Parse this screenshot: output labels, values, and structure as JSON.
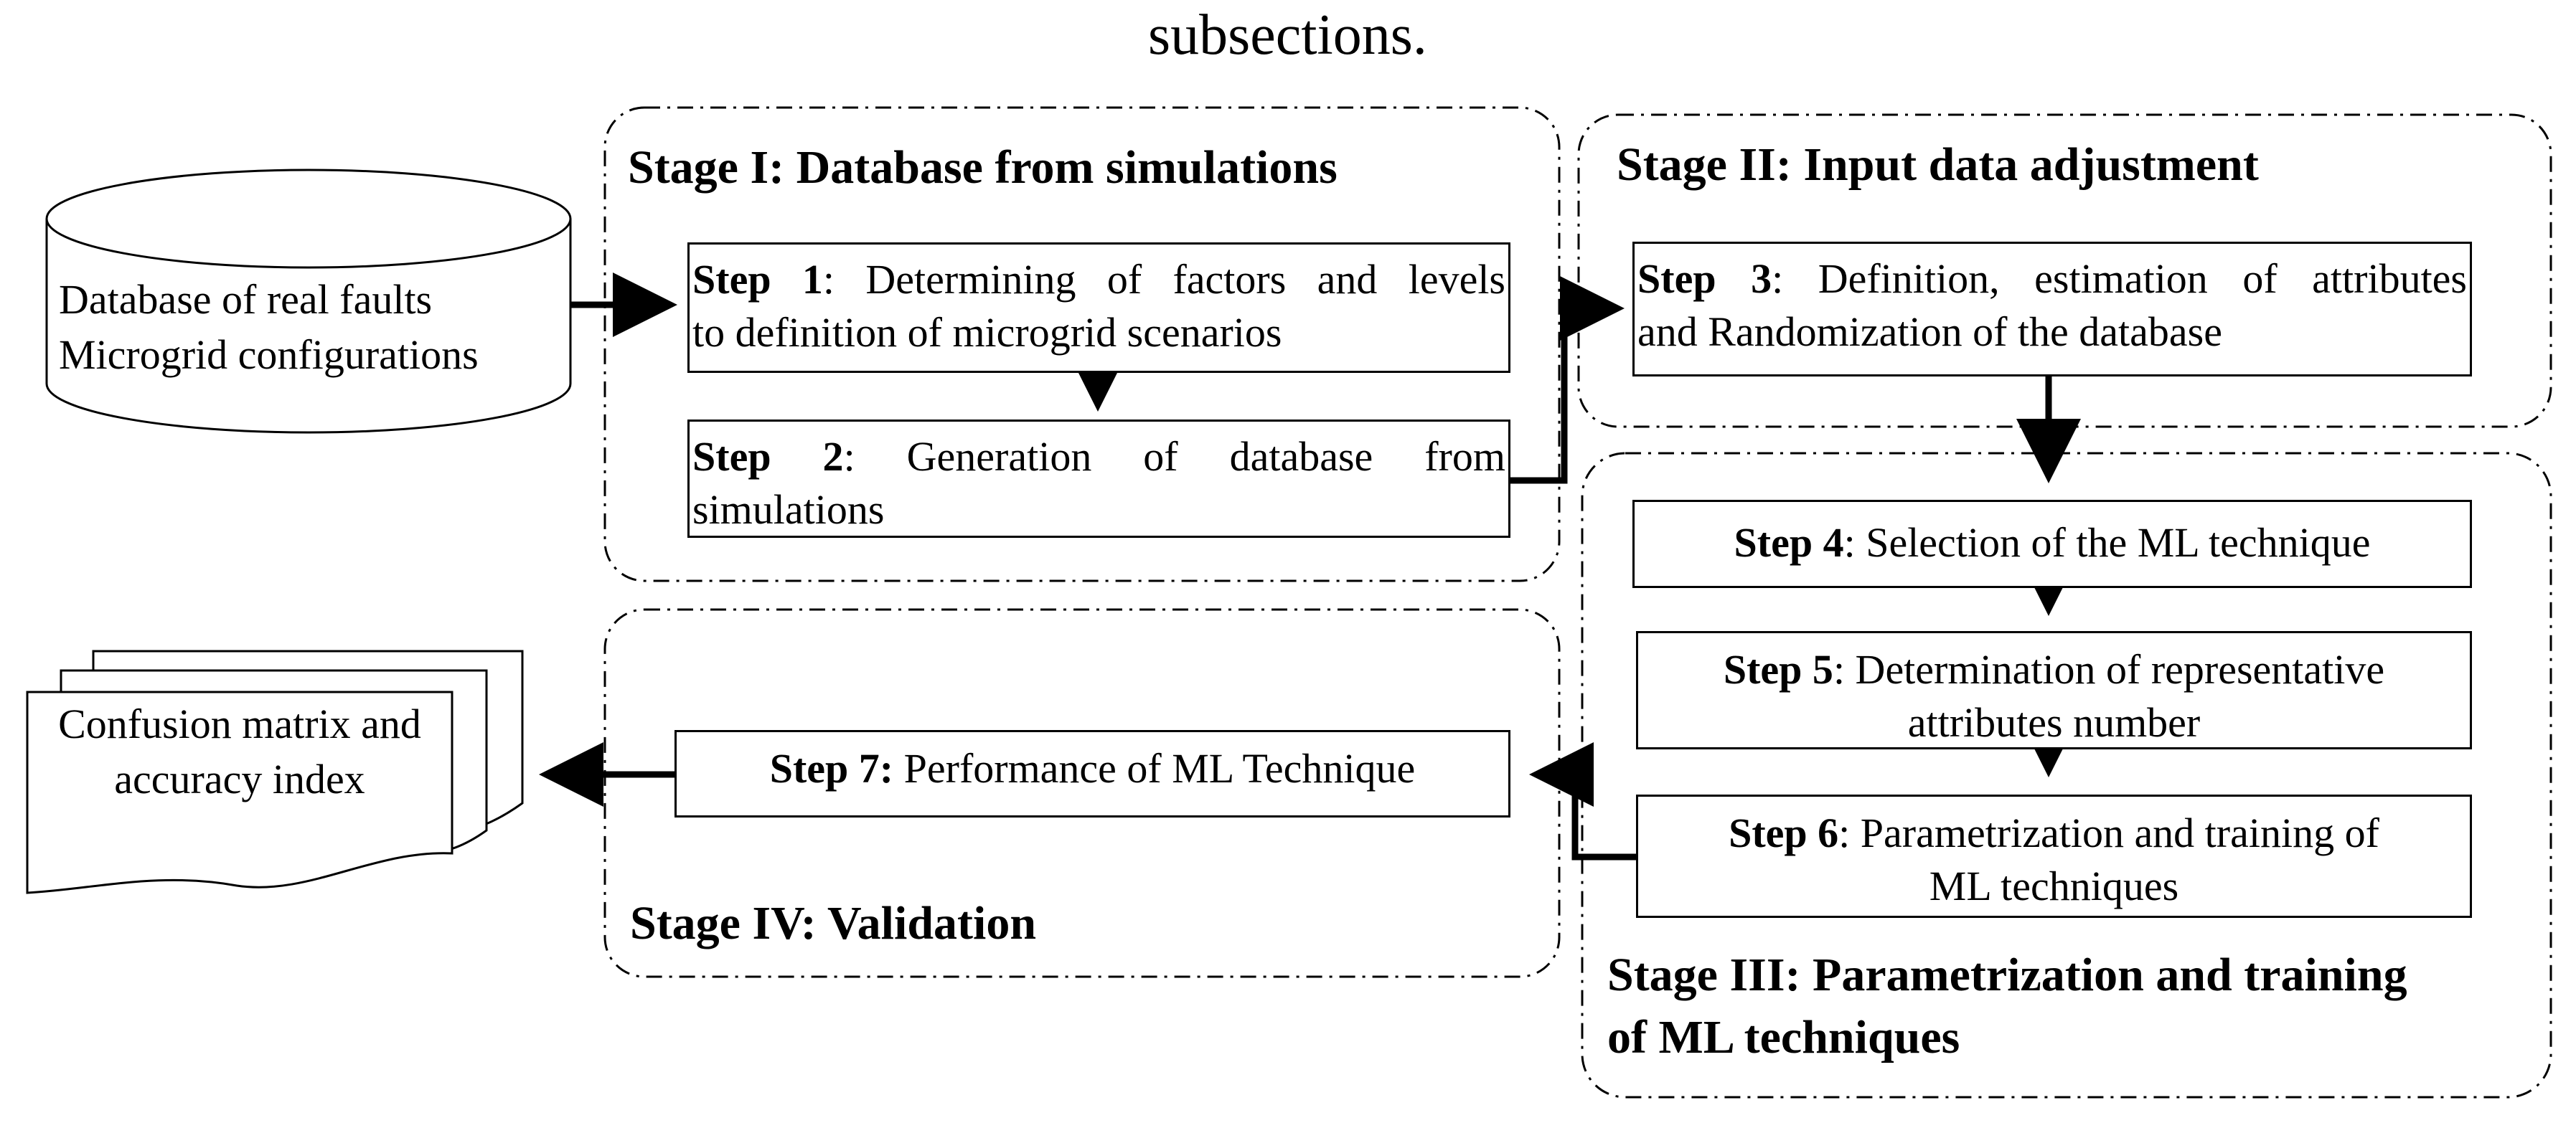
{
  "caption": "subsections.",
  "sources": {
    "database": {
      "line1": "Database of real faults",
      "line2": "Microgrid configurations"
    },
    "output": {
      "line1": "Confusion matrix and",
      "line2": "accuracy index"
    }
  },
  "stages": {
    "s1": "Stage I: Database from simulations",
    "s2": "Stage II: Input data adjustment",
    "s3": "Stage III: Parametrization and training",
    "s3b": "of ML techniques",
    "s4": "Stage IV: Validation"
  },
  "steps": {
    "step1": {
      "label": "Step 1",
      "text1": ": Determining of factors and levels",
      "text2": "to definition of microgrid scenarios"
    },
    "step2": {
      "label": "Step 2",
      "text1": ": Generation of database from",
      "text2": "simulations"
    },
    "step3": {
      "label": "Step 3",
      "text1": ": Definition, estimation of attributes",
      "text2": "and Randomization of the database"
    },
    "step4": {
      "label": "Step 4",
      "text1": ": Selection of the ML technique"
    },
    "step5": {
      "label": "Step 5",
      "text1": ": Determination of representative",
      "text2": "attributes number"
    },
    "step6": {
      "label": "Step 6",
      "text1": ": Parametrization and training of",
      "text2": "ML techniques"
    },
    "step7": {
      "label": "Step 7:",
      "text1": " Performance of ML Technique"
    }
  }
}
